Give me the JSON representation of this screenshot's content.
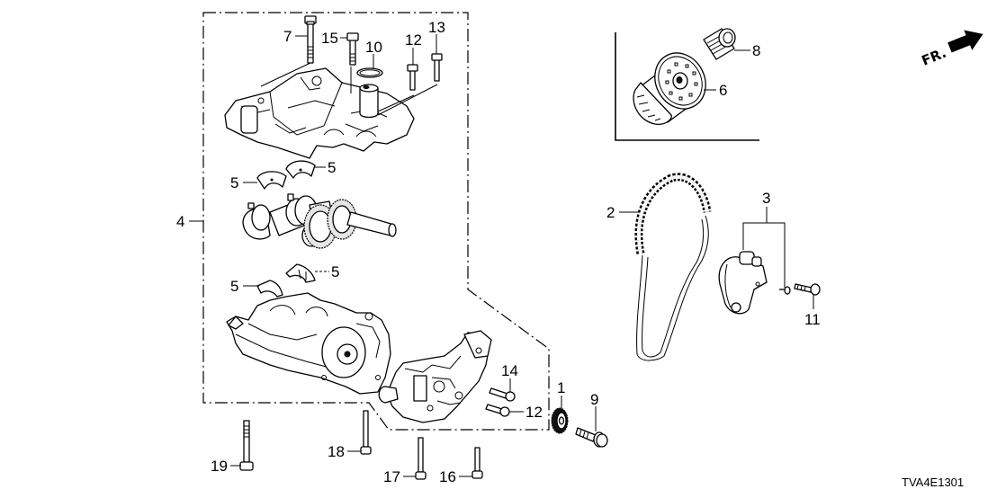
{
  "diagram": {
    "title_code": "TVA4E1301",
    "direction_indicator": "FR.",
    "callouts": [
      {
        "ref": "1",
        "part": "crankshaft-sprocket"
      },
      {
        "ref": "2",
        "part": "oil-pump-chain"
      },
      {
        "ref": "3",
        "part": "chain-tensioner-assembly"
      },
      {
        "ref": "4",
        "part": "oil-pump-balancer-assembly"
      },
      {
        "ref": "5",
        "part": "balancer-bearing-shell"
      },
      {
        "ref": "6",
        "part": "oil-filter"
      },
      {
        "ref": "7",
        "part": "bolt"
      },
      {
        "ref": "8",
        "part": "oil-filter-nipple"
      },
      {
        "ref": "9",
        "part": "sprocket-bolt"
      },
      {
        "ref": "10",
        "part": "o-ring"
      },
      {
        "ref": "11",
        "part": "tensioner-bolt"
      },
      {
        "ref": "12",
        "part": "flange-bolt"
      },
      {
        "ref": "13",
        "part": "flange-bolt"
      },
      {
        "ref": "14",
        "part": "flange-bolt"
      },
      {
        "ref": "15",
        "part": "flange-bolt"
      },
      {
        "ref": "16",
        "part": "flange-bolt"
      },
      {
        "ref": "17",
        "part": "flange-bolt"
      },
      {
        "ref": "18",
        "part": "flange-bolt"
      },
      {
        "ref": "19",
        "part": "flange-bolt"
      }
    ],
    "labels": {
      "l1": "1",
      "l2": "2",
      "l3": "3",
      "l4": "4",
      "l5a": "5",
      "l5b": "5",
      "l5c": "5",
      "l5d": "5",
      "l6": "6",
      "l7": "7",
      "l8": "8",
      "l9": "9",
      "l10": "10",
      "l11": "11",
      "l12a": "12",
      "l12b": "12",
      "l13": "13",
      "l14": "14",
      "l15": "15",
      "l16": "16",
      "l17": "17",
      "l18": "18",
      "l19": "19"
    }
  }
}
